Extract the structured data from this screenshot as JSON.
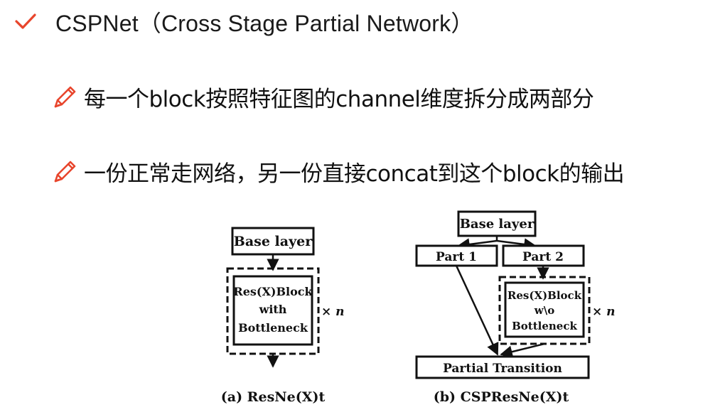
{
  "slide": {
    "title": "CSPNet（Cross Stage Partial Network）",
    "bullets": [
      "每一个block按照特征图的channel维度拆分成两部分",
      "一份正常走网络，另一份直接concat到这个block的输出"
    ]
  },
  "figure": {
    "resnext": {
      "base_layer": "Base layer",
      "block_line1": "Res(X)Block",
      "block_line2": "with",
      "block_line3": "Bottleneck",
      "repeat": "× n",
      "caption": "(a) ResNe(X)t"
    },
    "cspresnext": {
      "base_layer": "Base layer",
      "part1": "Part 1",
      "part2": "Part 2",
      "block_line1": "Res(X)Block",
      "block_line2": "w\\o",
      "block_line3": "Bottleneck",
      "repeat": "× n",
      "transition": "Partial Transition",
      "caption": "(b) CSPResNe(X)t"
    }
  },
  "colors": {
    "icon_accent": "#e8452c",
    "text": "#111111"
  },
  "icons": [
    "check-icon",
    "pencil-icon"
  ]
}
